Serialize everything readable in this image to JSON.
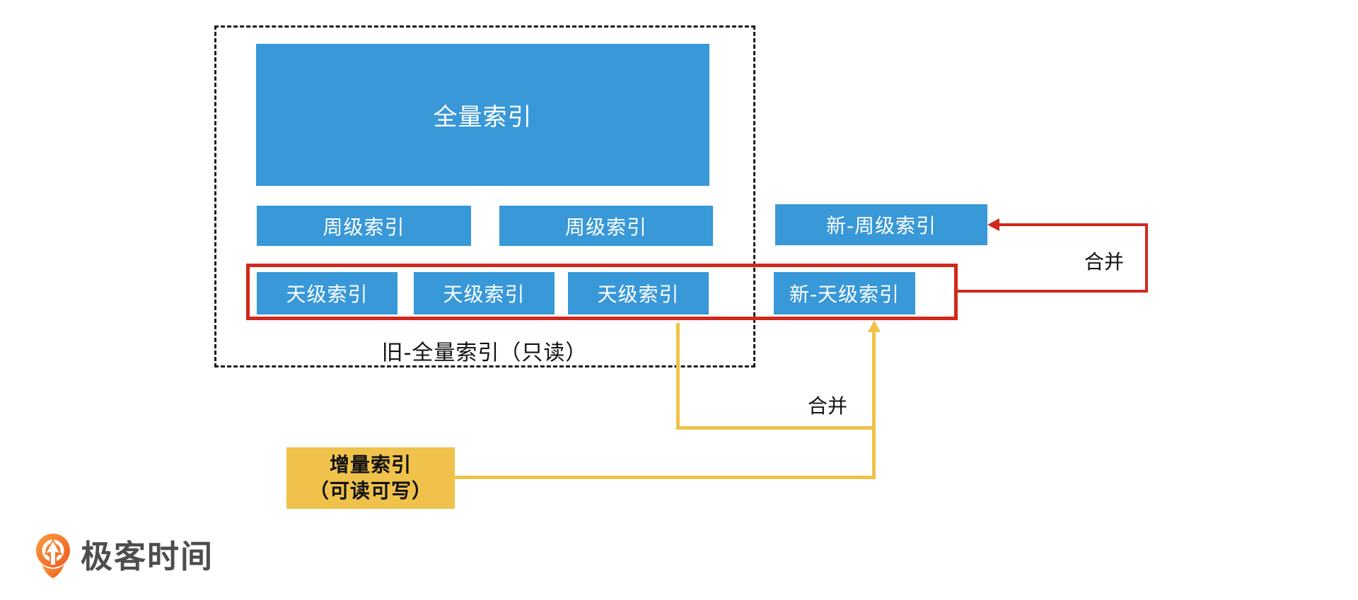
{
  "diagram": {
    "nodes": {
      "full_index": {
        "label": "全量索引"
      },
      "week_index_1": {
        "label": "周级索引"
      },
      "week_index_2": {
        "label": "周级索引"
      },
      "new_week_index": {
        "label": "新-周级索引"
      },
      "day_index_1": {
        "label": "天级索引"
      },
      "day_index_2": {
        "label": "天级索引"
      },
      "day_index_3": {
        "label": "天级索引"
      },
      "new_day_index": {
        "label": "新-天级索引"
      },
      "incremental_index": {
        "line1": "增量索引",
        "line2": "（可读可写）"
      }
    },
    "labels": {
      "old_full_index": "旧-全量索引（只读）",
      "merge_red": "合并",
      "merge_yellow": "合并"
    },
    "colors": {
      "node_blue": "#3898d8",
      "highlight_red": "#d1281c",
      "incremental_yellow": "#f0c24b",
      "dashed_border": "#1c1c1c",
      "text_dark": "#111111",
      "node_text": "#ffffff"
    }
  },
  "footer": {
    "brand": "极客时间",
    "logo_icon": "geektime-pin-icon",
    "logo_orange": "#f26122"
  }
}
